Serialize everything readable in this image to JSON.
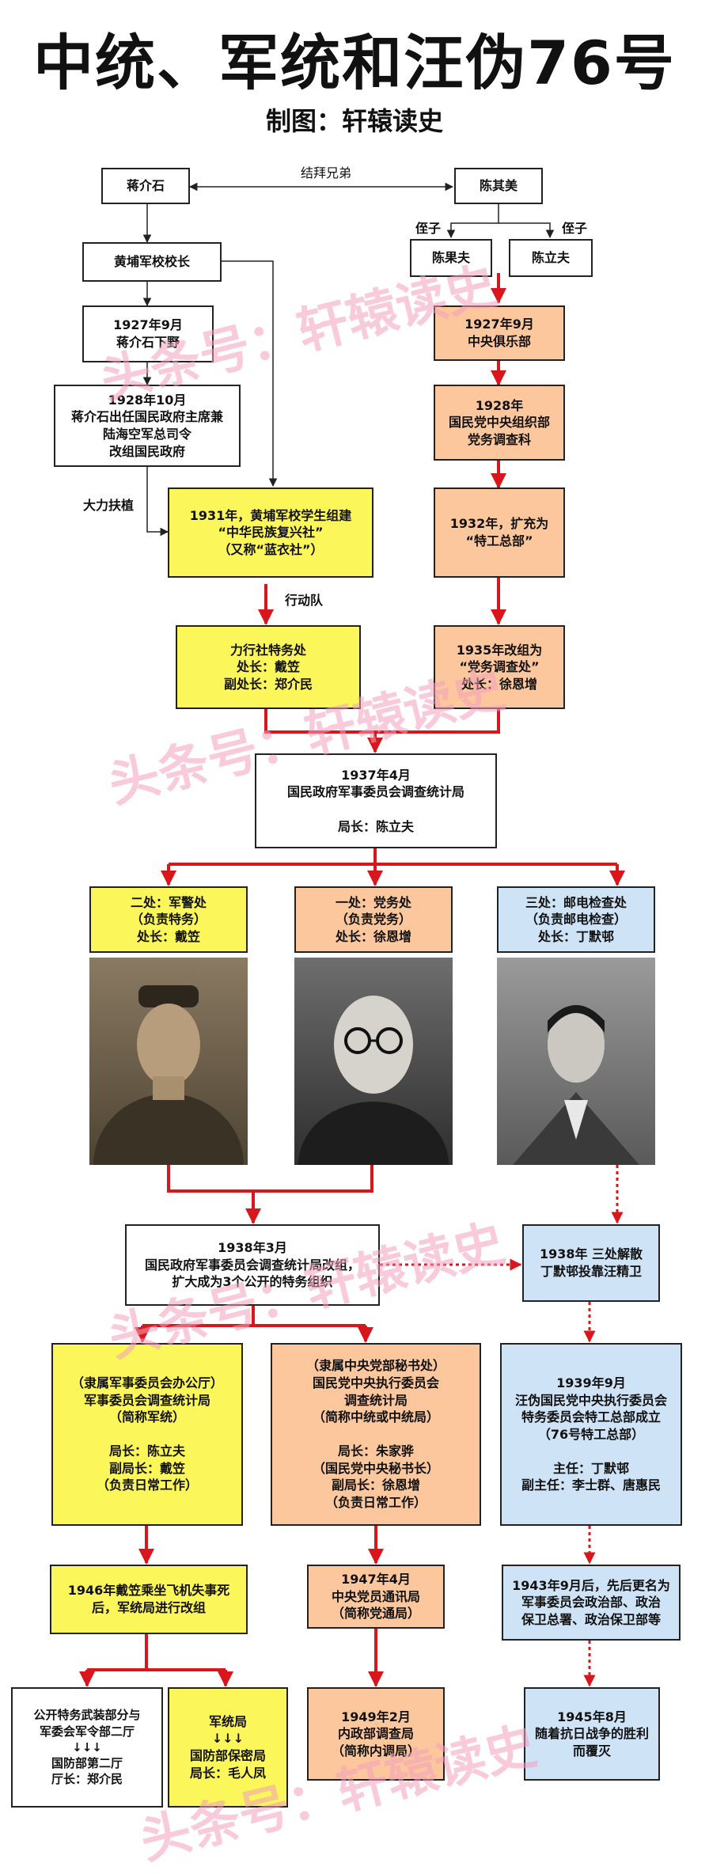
{
  "header": {
    "title": "中统、军统和汪伪76号",
    "subtitle": "制图：轩辕读史"
  },
  "labels": {
    "sworn": "结拜兄弟",
    "nephew_left": "侄子",
    "nephew_right": "侄子",
    "support": "大力扶植",
    "action": "行动队"
  },
  "boxes": {
    "jiang": "蒋介石",
    "chen_qimei": "陈其美",
    "chen_guofu": "陈果夫",
    "chen_lifu": "陈立夫",
    "huangpu": "黄埔军校校长",
    "xiaye": "1927年9月\n蒋介石下野",
    "zhuxi": "1928年10月\n蒋介石出任国民政府主席兼\n陆海空军总司令\n改组国民政府",
    "julebu": "1927年9月\n中央俱乐部",
    "dangwu1928": "1928年\n国民党中央组织部\n党务调查科",
    "fuxingshe": "1931年，黄埔军校学生组建\n“中华民族复兴社”\n（又称“蓝衣社”）",
    "tegong": "1932年，扩充为\n“特工总部”",
    "lixingshe": "力行社特务处\n处长：戴笠\n副处长：郑介民",
    "dangwu1935": "1935年改组为\n“党务调查处”\n处长：徐恩增",
    "diaotongju": "1937年4月\n国民政府军事委员会调查统计局\n\n局长：陈立夫",
    "erchu": "二处：军警处\n（负责特务）\n处长：戴笠",
    "yichu": "一处：党务处\n（负责党务）\n处长：徐恩增",
    "sanchu": "三处：邮电检查处\n（负责邮电检查）\n处长：丁默邨",
    "gaizu1938": "1938年3月\n国民政府军事委员会调查统计局改组，\n扩大成为3个公开的特务组织",
    "jiesan": "1938年 三处解散\n丁默邨投靠汪精卫",
    "juntong": "（隶属军事委员会办公厅）\n军事委员会调查统计局\n（简称军统）\n\n局长：陈立夫\n副局长：戴笠\n（负责日常工作）",
    "zhongtong": "（隶属中央党部秘书处）\n国民党中央执行委员会\n调查统计局\n（简称中统或中统局）\n\n局长：朱家骅\n（国民党中央秘书长）\n副局长：徐恩增\n（负责日常工作）",
    "hao76": "1939年9月\n汪伪国民党中央执行委员会\n特务委员会特工总部成立\n（76号特工总部）\n\n主任：丁默邨\n副主任：李士群、唐惠民",
    "daili1946": "1946年戴笠乘坐飞机失事死\n后，军统局进行改组",
    "dangyuan1947": "1947年4月\n中央党员通讯局\n（简称党通局）",
    "gengming1943": "1943年9月后，先后更名为\n军事委员会政治部、政治\n保卫总署、政治保卫部等",
    "erting": "公开特务武装部分与\n军委会军令部二厅\n↓↓↓\n国防部第二厅\n厅长：郑介民",
    "baomiju": "军统局\n↓↓↓\n国防部保密局\n局长：毛人凤",
    "neidiao": "1949年2月\n内政部调查局\n（简称内调局）",
    "fumie": "1945年8月\n随着抗日战争的胜利\n而覆灭"
  },
  "watermark": [
    "头条号：轩辕读史",
    "头条号：轩辕读史",
    "头条号：轩辕读史",
    "头条号：轩辕读史"
  ],
  "colors": {
    "arrow_red": "#d9161c",
    "orange_box": "#fcc79c",
    "yellow_box": "#fbf65a",
    "blue_box": "#cfe3f6"
  }
}
